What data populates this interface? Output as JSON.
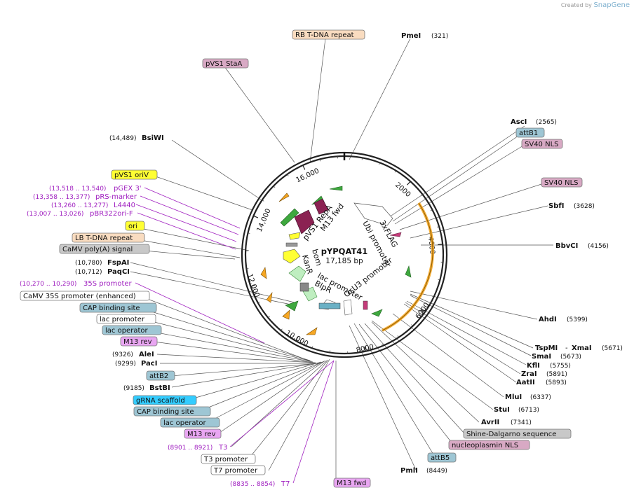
{
  "credit": {
    "prefix": "Created by",
    "brand": "SnapGene"
  },
  "plasmid": {
    "name": "pYPQAT41",
    "size": "17,185 bp"
  },
  "ticks": [
    "2000",
    "4000",
    "6000",
    "8000",
    "10,000",
    "12,000",
    "14,000",
    "16,000"
  ],
  "inner_labels": [
    "Ubi promoter",
    "3xFLAG",
    "OsU3 promoter",
    "lac promoter",
    "BlpR",
    "KanR",
    "bom",
    "pVS1 RepA",
    "M13 fwd"
  ],
  "features": {
    "rb_tdna": "RB T-DNA repeat",
    "pvs1_stab": "pVS1 StaA",
    "pvs1_oriv": "pVS1 oriV",
    "pgex": {
      "pos": "(13,518 .. 13,540)",
      "name": "pGEX 3'"
    },
    "prs": {
      "pos": "(13,358 .. 13,377)",
      "name": "pRS-marker"
    },
    "l4440": {
      "pos": "(13,260 .. 13,277)",
      "name": "L4440"
    },
    "pbr_f": {
      "pos": "(13,007 .. 13,026)",
      "name": "pBR322ori-F"
    },
    "ori": "ori",
    "lb_tdna": "LB T-DNA repeat",
    "camv_polya": "CaMV poly(A) signal",
    "p35s": {
      "pos": "(10,270 .. 10,290)",
      "name": "35S promoter"
    },
    "camv35s_enh": "CaMV 35S promoter (enhanced)",
    "cap1": "CAP binding site",
    "lacprom1": "lac promoter",
    "lacop1": "lac operator",
    "m13rev1": "M13 rev",
    "attb2": "attB2",
    "grna": "gRNA scaffold",
    "cap2": "CAP binding site",
    "lacop2": "lac operator",
    "m13rev2": "M13 rev",
    "t3": {
      "pos": "(8901 .. 8921)",
      "name": "T3"
    },
    "t3prom": "T3 promoter",
    "t7prom": "T7 promoter",
    "t7": {
      "pos": "(8835 .. 8854)",
      "name": "T7"
    },
    "m13fwd": "M13 fwd",
    "attb1": "attB1",
    "sv40_1": "SV40 NLS",
    "sv40_2": "SV40 NLS",
    "shine": "Shine-Dalgarno sequence",
    "nucleo": "nucleoplasmin NLS",
    "attb5": "attB5"
  },
  "enzymes": {
    "pmei": {
      "name": "PmeI",
      "pos": "(321)"
    },
    "asci": {
      "name": "AscI",
      "pos": "(2565)"
    },
    "sbfi": {
      "name": "SbfI",
      "pos": "(3628)"
    },
    "bbvci": {
      "name": "BbvCI",
      "pos": "(4156)"
    },
    "bsiwi": {
      "name": "BsiWI",
      "pos": "(14,489)"
    },
    "fspai": {
      "name": "FspAI",
      "pos": "(10,780)"
    },
    "paqci": {
      "name": "PaqCI",
      "pos": "(10,712)"
    },
    "alei": {
      "name": "AleI",
      "pos": "(9326)"
    },
    "paci": {
      "name": "PacI",
      "pos": "(9299)"
    },
    "bstbi": {
      "name": "BstBI",
      "pos": "(9185)"
    },
    "ahdi": {
      "name": "AhdI",
      "pos": "(5399)"
    },
    "tspmi": {
      "name": "TspMI",
      "sep": "-",
      "name2": "XmaI",
      "pos": "(5671)"
    },
    "smai": {
      "name": "SmaI",
      "pos": "(5673)"
    },
    "kfli": {
      "name": "KflI",
      "pos": "(5755)"
    },
    "zrai": {
      "name": "ZraI",
      "pos": "(5891)"
    },
    "aatii": {
      "name": "AatII",
      "pos": "(5893)"
    },
    "mlui": {
      "name": "MluI",
      "pos": "(6337)"
    },
    "stui": {
      "name": "StuI",
      "pos": "(6713)"
    },
    "avrii": {
      "name": "AvrII",
      "pos": "(7341)"
    },
    "pmli": {
      "name": "PmlI",
      "pos": "(8449)"
    }
  },
  "colors": {
    "tdna": "#f9dcc0",
    "nls": "#d8a9c4",
    "oriv": "#ffff33",
    "ori": "#ffff33",
    "polya": "#c8c8c8",
    "protein_bind": "#9ec6d4",
    "primer": "#e9a6f2",
    "grna": "#33ccff",
    "shine": "#c8c8c8",
    "promoter_box": "#ffffff",
    "purple_text": "#a020c0",
    "orange_feature": "#f5a623",
    "cds_purple": "#8b2252"
  }
}
